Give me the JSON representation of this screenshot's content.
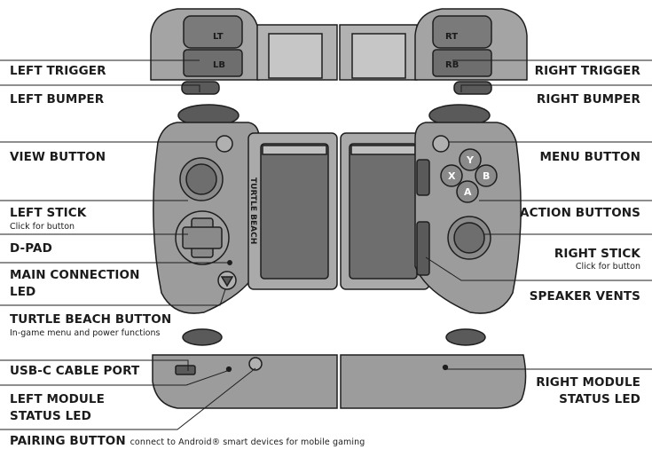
{
  "labels": {
    "left_trigger": "LEFT TRIGGER",
    "left_bumper": "LEFT BUMPER",
    "view_button": "VIEW BUTTON",
    "left_stick": "LEFT STICK",
    "left_stick_sub": "Click for button",
    "dpad": "D-PAD",
    "main_connection_led_1": "MAIN CONNECTION",
    "main_connection_led_2": "LED",
    "turtle_beach_button": "TURTLE BEACH BUTTON",
    "turtle_beach_button_sub": "In-game menu and power functions",
    "usbc_port": "USB-C CABLE PORT",
    "left_module_led_1": "LEFT MODULE",
    "left_module_led_2": "STATUS LED",
    "pairing_button": "PAIRING BUTTON",
    "pairing_button_sub": "connect to Android® smart devices for mobile gaming",
    "right_trigger": "RIGHT TRIGGER",
    "right_bumper": "RIGHT BUMPER",
    "menu_button": "MENU BUTTON",
    "action_buttons": "ACTION BUTTONS",
    "right_stick": "RIGHT STICK",
    "right_stick_sub": "Click for button",
    "speaker_vents": "SPEAKER VENTS",
    "right_module_led_1": "RIGHT MODULE",
    "right_module_led_2": "STATUS LED"
  },
  "device_marks": {
    "lt": "LT",
    "lb": "LB",
    "rt": "RT",
    "rb": "RB",
    "btn_y": "Y",
    "btn_x": "X",
    "btn_b": "B",
    "btn_a": "A",
    "brand": "TURTLE BEACH"
  },
  "colors": {
    "body": "#9c9c9c",
    "body_dark": "#6e6e6e",
    "grip": "#5a5a5a",
    "line": "#1e1e1e",
    "button": "#8a8a8a"
  }
}
